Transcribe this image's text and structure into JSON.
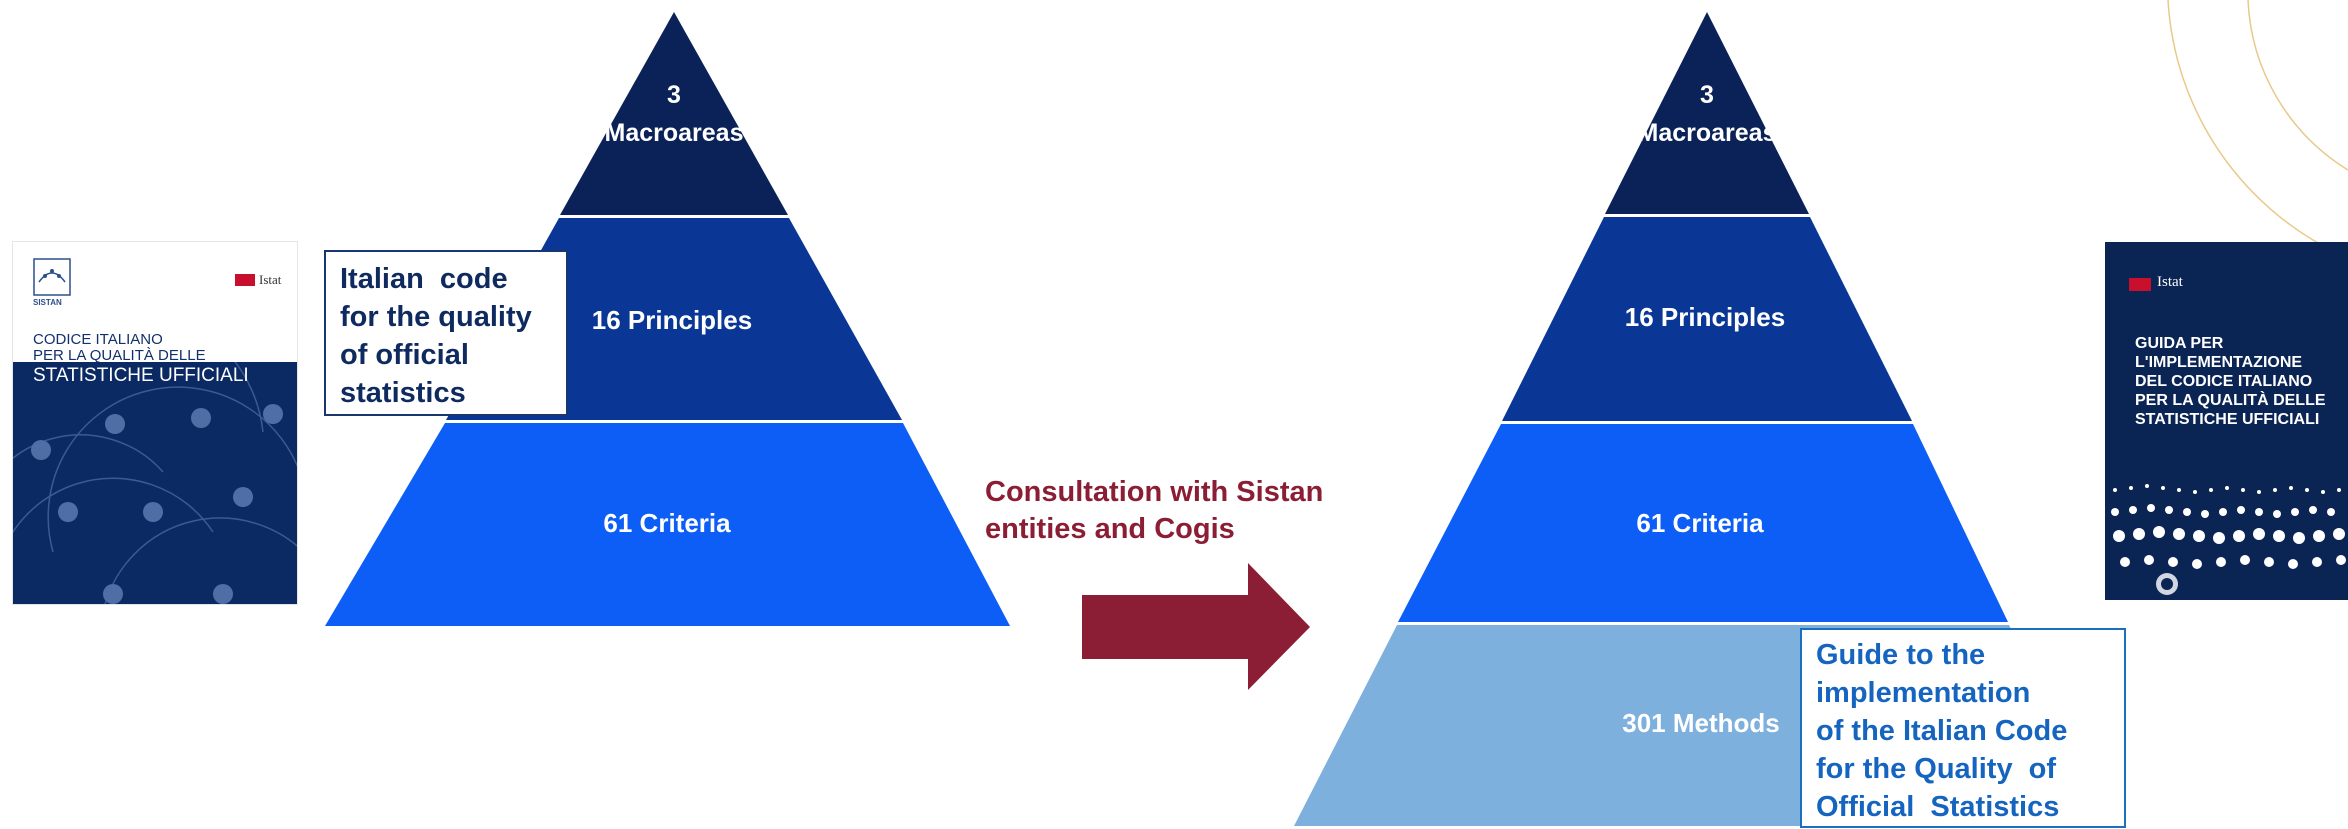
{
  "pyramid_left": {
    "levels": [
      {
        "label_line1": "3",
        "label_line2": "Macroareas"
      },
      {
        "label": "16 Principles"
      },
      {
        "label": "61 Criteria"
      }
    ],
    "colors": [
      "#0b2258",
      "#0a3796",
      "#0d5ef6"
    ]
  },
  "pyramid_right": {
    "levels": [
      {
        "label_line1": "3",
        "label_line2": "Macroareas"
      },
      {
        "label": "16 Principles"
      },
      {
        "label": "61 Criteria"
      },
      {
        "label": "301 Methods"
      }
    ],
    "colors": [
      "#0b2258",
      "#0a3796",
      "#0d5ef6",
      "#7eb0dd"
    ]
  },
  "box_left": {
    "line1": "Italian  code",
    "line2": "for the quality",
    "line3": "of official",
    "line4": "statistics"
  },
  "consultation": {
    "line1": "Consultation with Sistan",
    "line2": "entities and Cogis",
    "arrow_color": "#8b1e35"
  },
  "box_right": {
    "line1": "Guide to the",
    "line2": "implementation",
    "line3": "of the Italian Code",
    "line4": "for the Quality  of",
    "line5": "Official  Statistics"
  },
  "cover_left": {
    "logo_name": "SISTAN",
    "publisher": "Istat",
    "title_line1": "CODICE ITALIANO",
    "title_line2": "PER LA QUALITÀ DELLE",
    "title_line3": "STATISTICHE UFFICIALI"
  },
  "cover_right": {
    "publisher": "Istat",
    "title_line1": "GUIDA PER",
    "title_line2": "L'IMPLEMENTAZIONE",
    "title_line3": "DEL CODICE ITALIANO",
    "title_line4": "PER LA QUALITÀ DELLE",
    "title_line5": "STATISTICHE UFFICIALI"
  }
}
